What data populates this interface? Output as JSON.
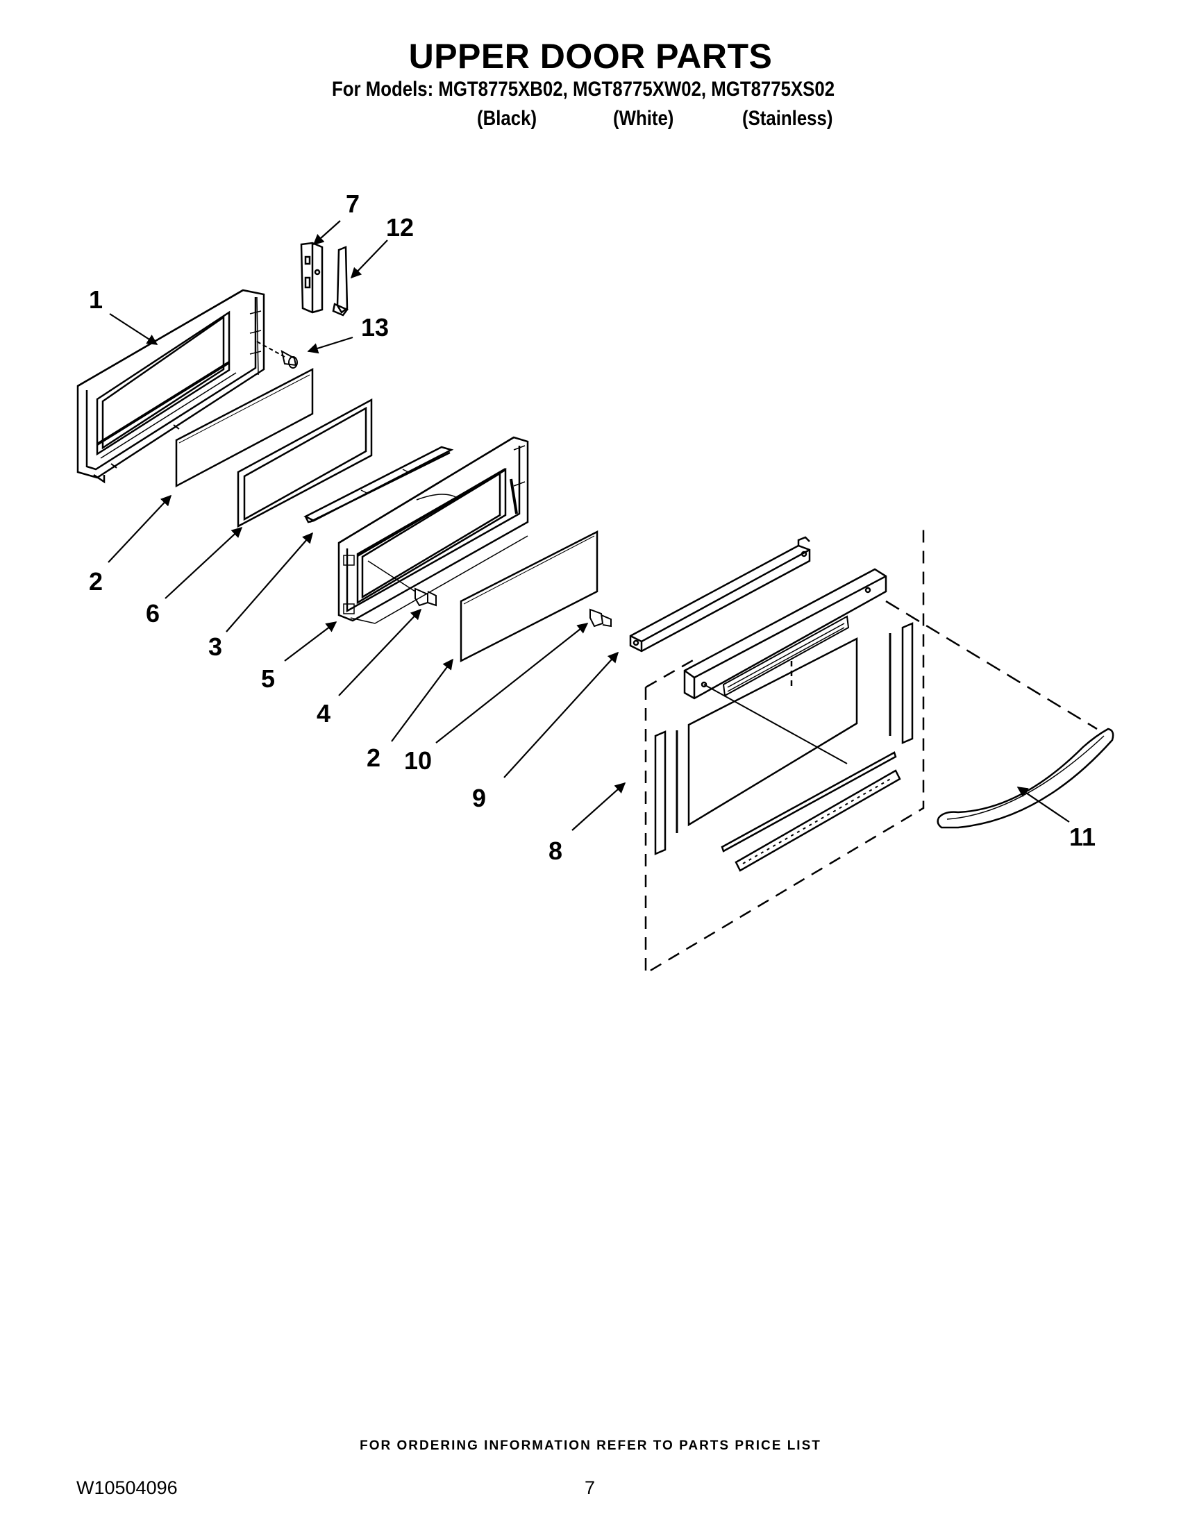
{
  "header": {
    "title": "UPPER DOOR PARTS",
    "models_line": "For Models: MGT8775XB02, MGT8775XW02, MGT8775XS02",
    "variants": [
      "(Black)",
      "(White)",
      "(Stainless)"
    ]
  },
  "callouts": {
    "c1": "1",
    "c2a": "2",
    "c2b": "2",
    "c3": "3",
    "c4": "4",
    "c5": "5",
    "c6": "6",
    "c7": "7",
    "c8": "8",
    "c9": "9",
    "c10": "10",
    "c11": "11",
    "c12": "12",
    "c13": "13"
  },
  "footer": {
    "ordering_note": "FOR ORDERING INFORMATION REFER TO PARTS PRICE LIST",
    "document_number": "W10504096",
    "page_number": "7"
  }
}
